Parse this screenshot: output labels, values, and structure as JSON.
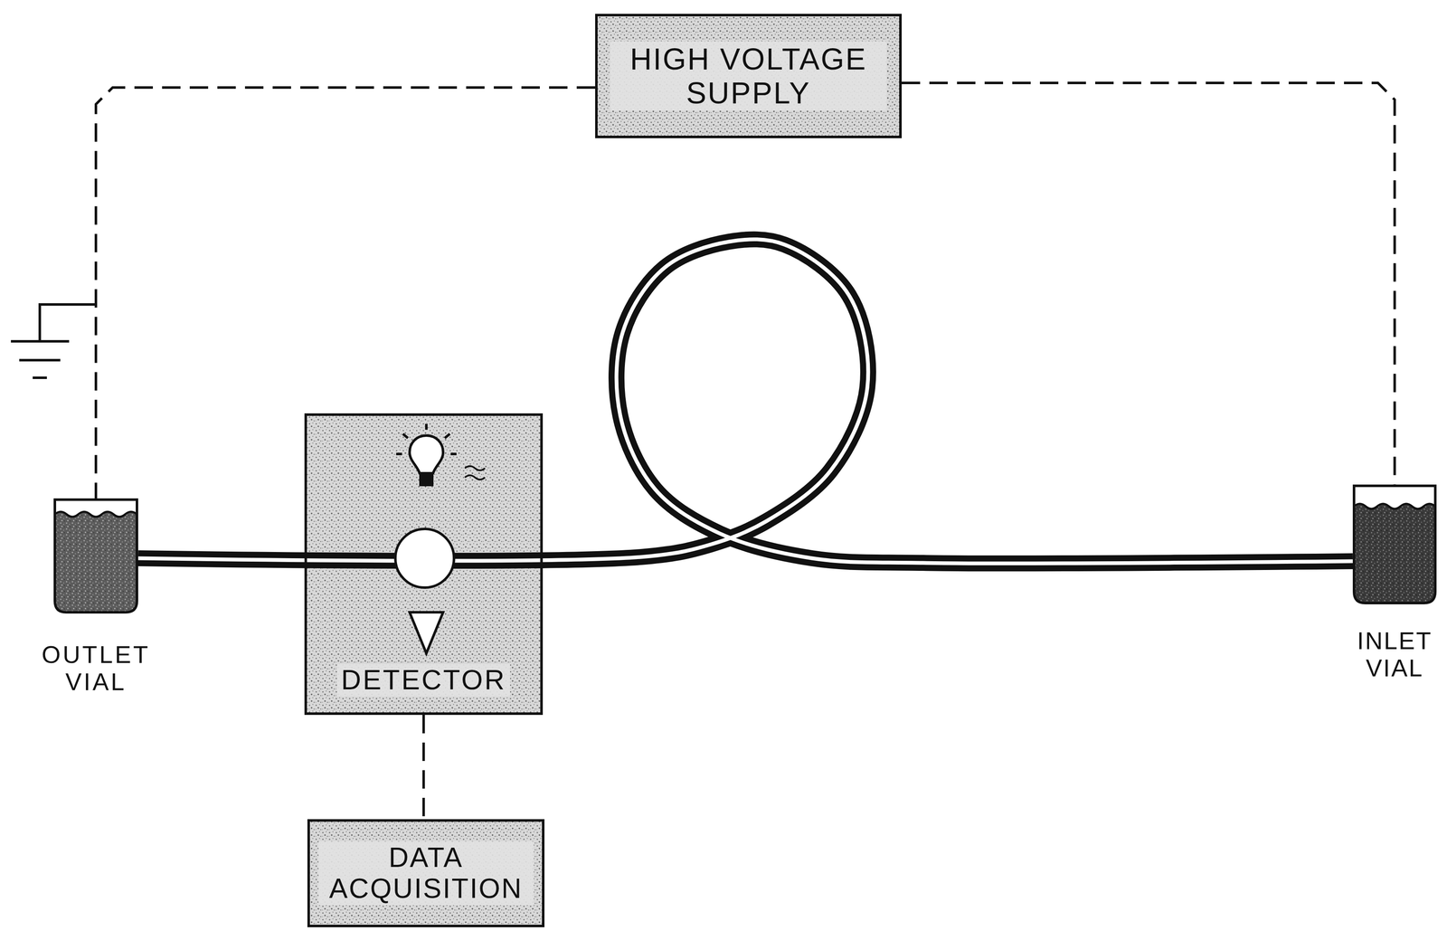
{
  "diagram": {
    "nodes": [
      {
        "text": [
          "HIGH VOLTAGE SUPPLY"
        ]
      },
      {
        "text": [
          "OUTLET VIAL"
        ]
      },
      {
        "text": [
          "DETECTOR"
        ]
      },
      {
        "text": [
          "INLET VIAL"
        ]
      },
      {
        "text": [
          "DATA ACQUISITION"
        ]
      }
    ],
    "edges": [
      {
        "from": 0,
        "to": 1,
        "arrow": "none"
      },
      {
        "from": 0,
        "to": 3,
        "arrow": "none"
      },
      {
        "from": 1,
        "to": 3,
        "arrow": "none"
      },
      {
        "from": 2,
        "to": 4,
        "arrow": "none"
      }
    ]
  }
}
